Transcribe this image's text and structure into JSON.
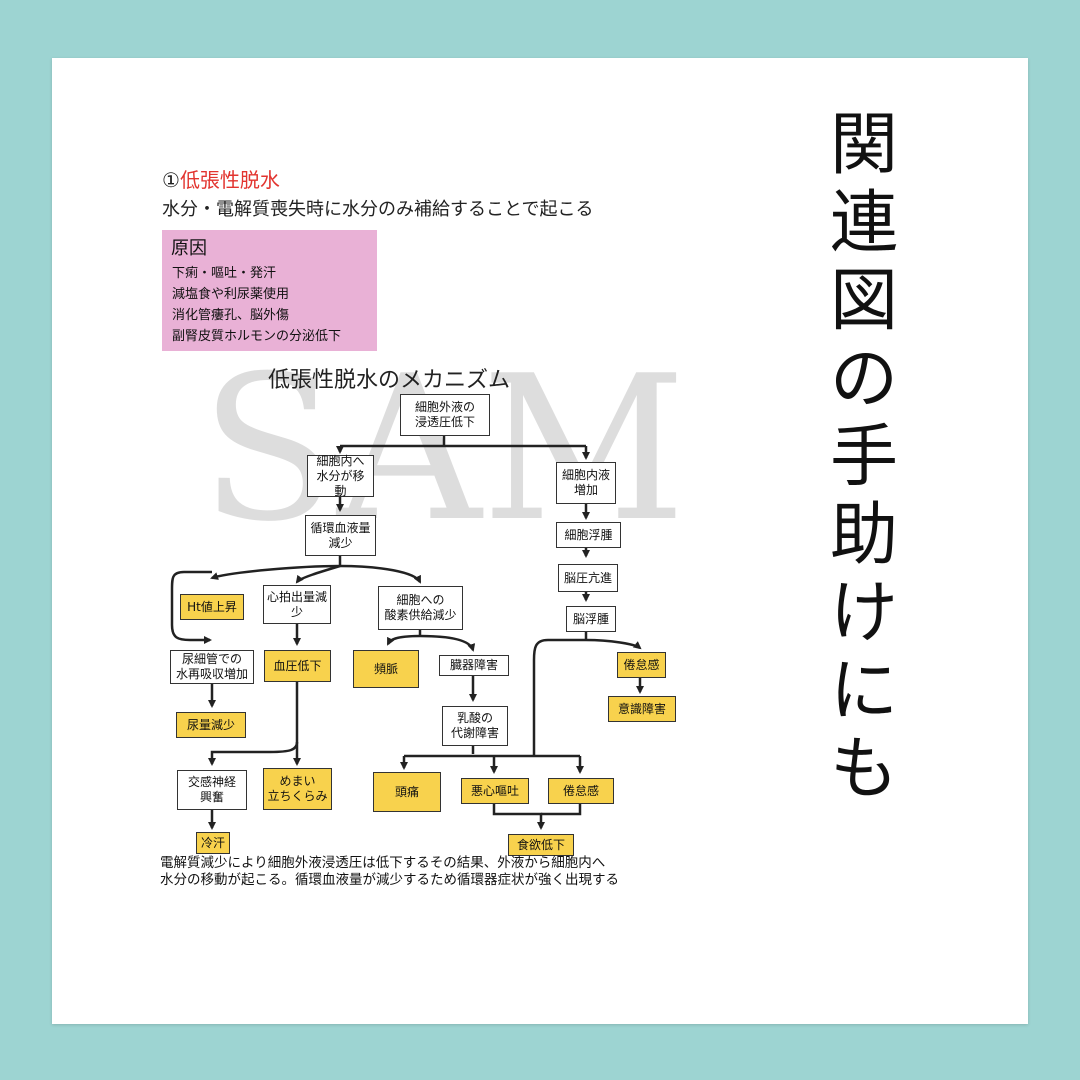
{
  "vertical_title": [
    "関",
    "連",
    "図",
    "の",
    "手",
    "助",
    "け",
    "に",
    "も"
  ],
  "heading": {
    "prefix": "①",
    "title": "低張性脱水"
  },
  "subline": "水分・電解質喪失時に水分のみ補給することで起こる",
  "cause": {
    "title": "原因",
    "items": [
      "下痢・嘔吐・発汗",
      "減塩食や利尿薬使用",
      "消化管瘻孔、脳外傷",
      "副腎皮質ホルモンの分泌低下"
    ]
  },
  "watermark": "SAM",
  "mechanism_title": "低張性脱水のメカニズム",
  "nodes": {
    "ecf": "細胞外液の\n浸透圧低下",
    "to_cell": "細胞内へ\n水分が移動",
    "icf_up": "細胞内液\n増加",
    "circ": "循環血液量\n減少",
    "swell": "細胞浮腫",
    "ht": "Ht値上昇",
    "co": "心拍出量減\n少",
    "o2": "細胞への\n酸素供給減少",
    "icp": "脳圧亢進",
    "brain_edema": "脳浮腫",
    "tubule": "尿細管での\n水再吸収増加",
    "bp": "血圧低下",
    "tachy": "頻脈",
    "organ": "臓器障害",
    "fatigue1": "倦怠感",
    "conscious": "意識障害",
    "urine": "尿量減少",
    "lactate": "乳酸の\n代謝障害",
    "symp": "交感神経\n興奮",
    "dizzy": "めまい\n立ちくらみ",
    "headache": "頭痛",
    "nausea": "悪心嘔吐",
    "fatigue2": "倦怠感",
    "appetite": "食欲低下",
    "sweat": "冷汗"
  },
  "footnote": [
    "電解質減少により細胞外液浸透圧は低下するその結果、外液から細胞内へ",
    "水分の移動が起こる。循環血液量が減少するため循環器症状が強く出現する"
  ],
  "colors": {
    "frame": "#9dd4d2",
    "accent_red": "#e2342f",
    "cause_bg": "#e9b1d6",
    "node_yellow": "#f8d24d"
  }
}
